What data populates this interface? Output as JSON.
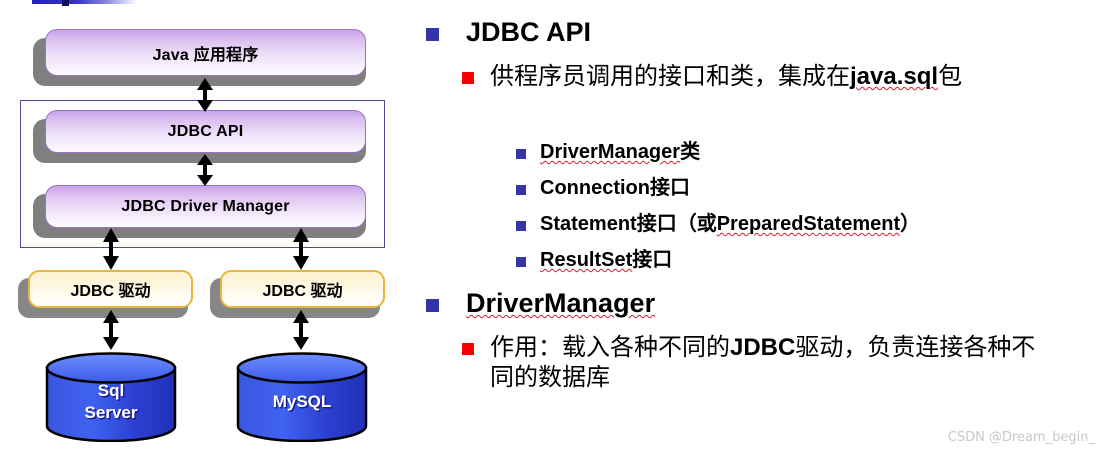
{
  "slide": {
    "watermark": "CSDN @Dream_begin_"
  },
  "diagram": {
    "boxes": {
      "java_app": "Java 应用程序",
      "jdbc_api": "JDBC API",
      "jdbc_driver_manager": "JDBC Driver Manager",
      "driver_left": "JDBC 驱动",
      "driver_right": "JDBC 驱动"
    },
    "databases": {
      "sqlserver_line1": "Sql",
      "sqlserver_line2": "Server",
      "mysql": "MySQL"
    },
    "colors": {
      "purple_box_border": "#9a73c8",
      "purple_box_fill_top": "#c9a2e8",
      "yellow_box_border": "#e8b63c",
      "yellow_box_fill": "#fdf3cf",
      "container_border": "#4b4b96",
      "cylinder_fill": "#2b47d6",
      "shadow": "#7f7f7f"
    }
  },
  "content": {
    "section1": {
      "heading": "JDBC API",
      "bullet": {
        "pre": "供程序员调用的接口和类，集成在",
        "code": "java.sql",
        "post": "包"
      },
      "items": [
        {
          "code": "DriverManager",
          "suffix": "类",
          "spell": true
        },
        {
          "code": "Connection",
          "suffix": "接口",
          "spell": false
        },
        {
          "code": "Statement",
          "suffix": "接口（或",
          "code2": "PreparedStatement",
          "suffix2": "）",
          "spell": false,
          "spell2": true
        },
        {
          "code": "ResultSet",
          "suffix": "接口",
          "spell": true
        }
      ]
    },
    "section2": {
      "heading": "DriverManager",
      "heading_spell": true,
      "bullet": {
        "pre": "作用：载入各种不同的",
        "code": "JDBC",
        "post": "驱动，负责连接各种不同的数据库"
      }
    },
    "colors": {
      "bullet_l1": "#3333aa",
      "bullet_l2": "#f50000",
      "bullet_l3": "#3333aa",
      "text": "#000000",
      "spell_underline": "#d02030"
    }
  }
}
